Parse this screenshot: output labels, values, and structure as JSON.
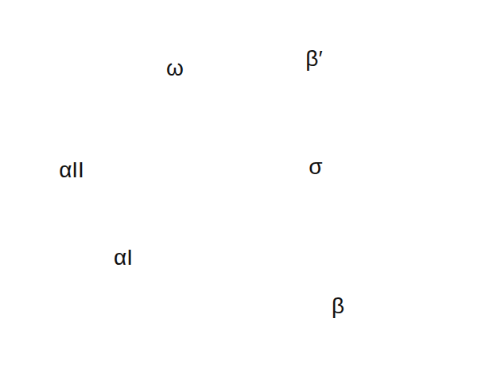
{
  "diagram": {
    "nodes": [
      {
        "text": [
          "ω"
        ]
      },
      {
        "text": [
          "β′"
        ]
      },
      {
        "text": [
          "αII"
        ]
      },
      {
        "text": [
          "σ"
        ]
      },
      {
        "text": [
          "αI"
        ]
      },
      {
        "text": [
          "β"
        ]
      }
    ]
  }
}
